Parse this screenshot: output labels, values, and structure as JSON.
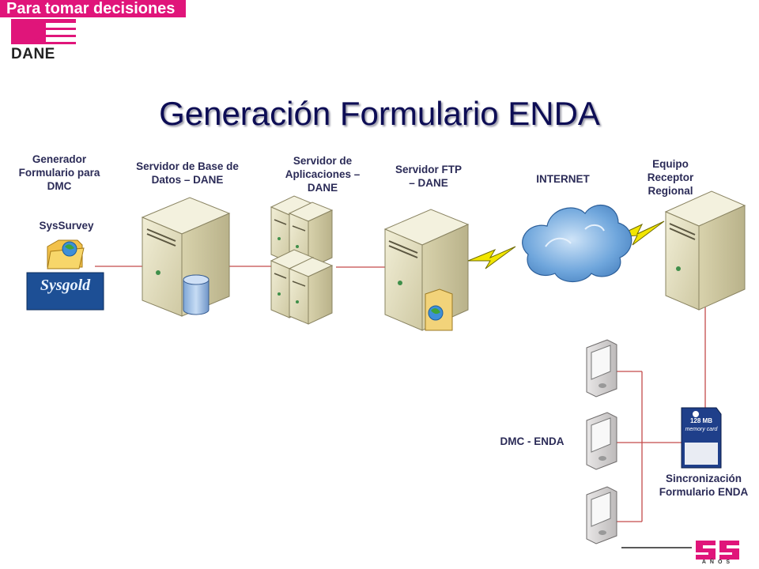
{
  "header": {
    "tagline": "Para tomar decisiones",
    "logo_text": "DANE"
  },
  "title": "Generación Formulario ENDA",
  "nodes": {
    "generator": {
      "label_lines": [
        "Generador",
        "Formulario para",
        "DMC"
      ]
    },
    "syssurvey": {
      "label": "SysSurvey"
    },
    "sysgold": {
      "logo_text": "Sysgold"
    },
    "db_server": {
      "label_lines": [
        "Servidor de Base de",
        "Datos – DANE"
      ]
    },
    "app_server": {
      "label_lines": [
        "Servidor de",
        "Aplicaciones –",
        "DANE"
      ]
    },
    "ftp_server": {
      "label_lines": [
        "Servidor FTP",
        "– DANE"
      ]
    },
    "internet": {
      "label": "INTERNET"
    },
    "receiver": {
      "label_lines": [
        "Equipo",
        "Receptor",
        "Regional"
      ]
    },
    "dmc": {
      "label": "DMC - ENDA"
    },
    "memory_card": {
      "capacity": "128 MB",
      "card_text": "memory card"
    },
    "sync": {
      "label_lines": [
        "Sincronización",
        "Formulario ENDA"
      ]
    }
  },
  "footer": {
    "anniversary": "55",
    "anniversary_sub": "AÑOS"
  },
  "colors": {
    "brand_pink": "#e0157a",
    "title_navy": "#0d0d55",
    "label_navy": "#2b2b57",
    "connector": "#c44b4b",
    "server_beige": "#e7e3c5",
    "lightning": "#f2e600",
    "cloud_blue": "#5c9bd6"
  }
}
